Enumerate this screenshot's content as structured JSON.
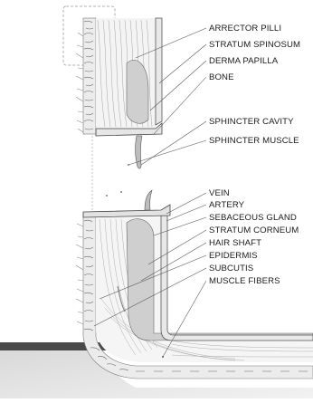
{
  "labels": {
    "arrector_pilli": "ARRECTOR PILLI",
    "stratum_spinosum": "STRATUM SPINOSUM",
    "derma_papilla": "DERMA PAPILLA",
    "bone": "BONE",
    "sphincter_cavity": "SPHINCTER CAVITY",
    "sphincter_muscle": "SPHINCTER MUSCLE",
    "vein": "VEIN",
    "artery": "ARTERY",
    "sebaceous_gland": "SEBACEOUS GLAND",
    "stratum_corneum": "STRATUM CORNEUM",
    "hair_shaft": "HAIR SHAFT",
    "epidermis": "EPIDERMIS",
    "subcutis": "SUBCUTIS",
    "muscle_fibers": "MUSCLE FIBERS"
  }
}
